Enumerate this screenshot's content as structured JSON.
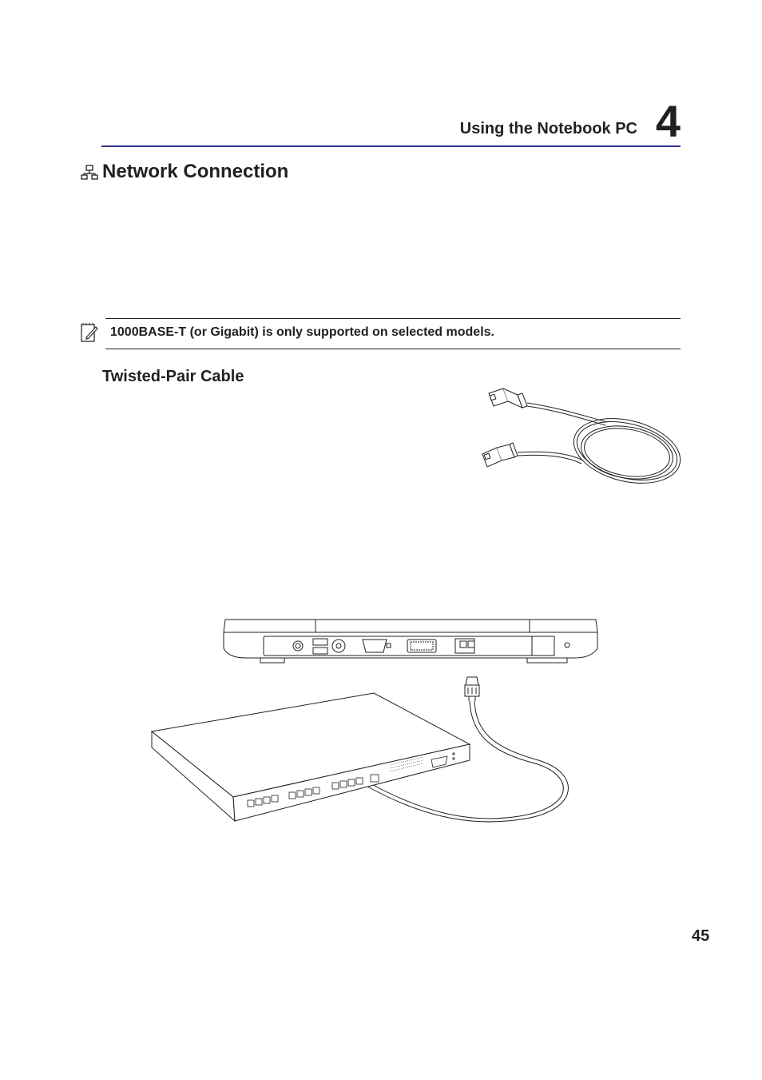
{
  "header": {
    "chapter_title": "Using the Notebook PC",
    "chapter_number": "4"
  },
  "section": {
    "title": "Network Connection",
    "icon": "network-icon"
  },
  "note": {
    "icon": "note-pencil-icon",
    "text": "1000BASE-T (or Gigabit) is only supported on selected models."
  },
  "subsection": {
    "title": "Twisted-Pair Cable"
  },
  "footer": {
    "page_number": "45"
  },
  "colors": {
    "header_rule": "#2e3192",
    "text": "#231f20"
  }
}
